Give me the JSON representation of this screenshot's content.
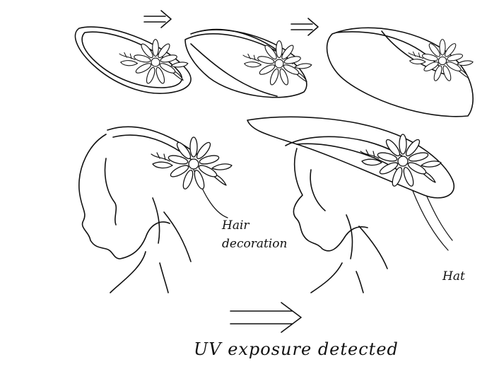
{
  "labels": {
    "hair_decoration_line1": "Hair",
    "hair_decoration_line2": "decoration",
    "hat": "Hat",
    "caption": "UV exposure detected"
  },
  "colors": {
    "ink": "#111111",
    "paper": "#ffffff"
  },
  "icons": {
    "arrow_small_1": "double-arrow-icon",
    "arrow_small_2": "double-arrow-icon",
    "arrow_large": "double-arrow-icon"
  }
}
